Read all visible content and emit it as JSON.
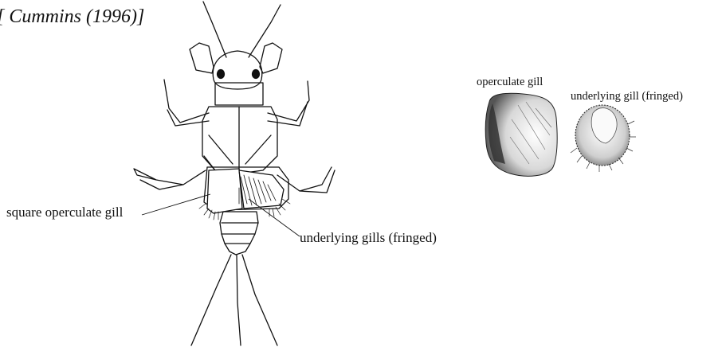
{
  "citation": "[ Cummins (1996)]",
  "nymph_figure": {
    "label_square_operculate_gill": "square operculate gill",
    "label_underlying_gills": "underlying gills (fringed)"
  },
  "gill_figures": {
    "label_operculate_gill": "operculate gill",
    "label_underlying_gill": "underlying gill (fringed)"
  },
  "colors": {
    "ink": "#111111",
    "background": "#ffffff"
  }
}
